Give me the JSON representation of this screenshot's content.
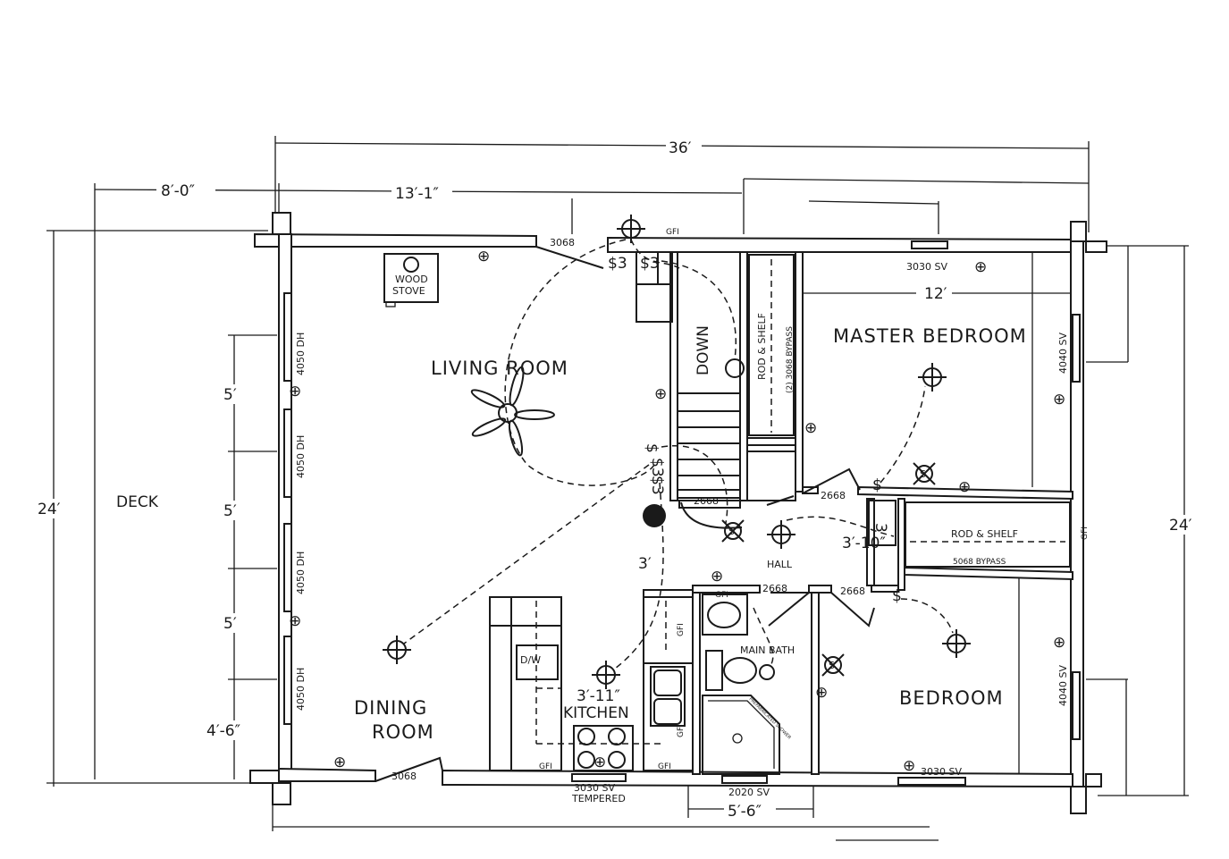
{
  "rooms": {
    "living": "LIVING ROOM",
    "dining_1": "DINING",
    "dining_2": "ROOM",
    "kitchen": "KITCHEN",
    "master": "MASTER BEDROOM",
    "bedroom": "BEDROOM",
    "bath": "MAIN BATH",
    "hall": "HALL",
    "deck": "DECK"
  },
  "dimensions": {
    "overall_width": "36′",
    "deck_width": "8′-0″",
    "living_width": "13′-1″",
    "left_height": "24′",
    "right_height": "24′",
    "window_space_1": "5′",
    "window_space_2": "5′",
    "window_space_3": "5′",
    "window_end": "4′-6″",
    "master_width": "12′",
    "hall_stair": "3′",
    "hall_width": "3′-10″",
    "kitchen_counter": "3′-11″",
    "bath_width": "5′-6″"
  },
  "fixtures": {
    "wood_stove_1": "WOOD",
    "wood_stove_2": "STOVE",
    "stairs": "DOWN",
    "closet_master_1": "ROD & SHELF",
    "closet_master_2": "(2) 3068 BYPASS",
    "closet_bedroom_1": "ROD & SHELF",
    "closet_bedroom_2": "5068 BYPASS",
    "dishwasher": "D/W",
    "shower": "PREFABRICATED SHOWER"
  },
  "openings": {
    "door_living_top": "3068",
    "door_dining": "3068",
    "win_master_top": "3030 SV",
    "win_master_side": "4040 SV",
    "win_bedroom_side": "4040 SV",
    "win_bedroom_bottom": "3030 SV",
    "win_kitchen": "3030 SV",
    "win_kitchen_note": "TEMPERED",
    "win_bath": "2020 SV",
    "win_living_1": "4050 DH",
    "win_living_2": "4050 DH",
    "win_living_3": "4050 DH",
    "win_living_4": "4050 DH",
    "door_stair": "2668",
    "door_master": "2668",
    "door_bath": "2668",
    "door_bedroom": "2668"
  },
  "symbols": {
    "switch": "$",
    "switch_3way": "$3",
    "smoke": "S",
    "gfi": "GFI",
    "closet_3": "3"
  }
}
